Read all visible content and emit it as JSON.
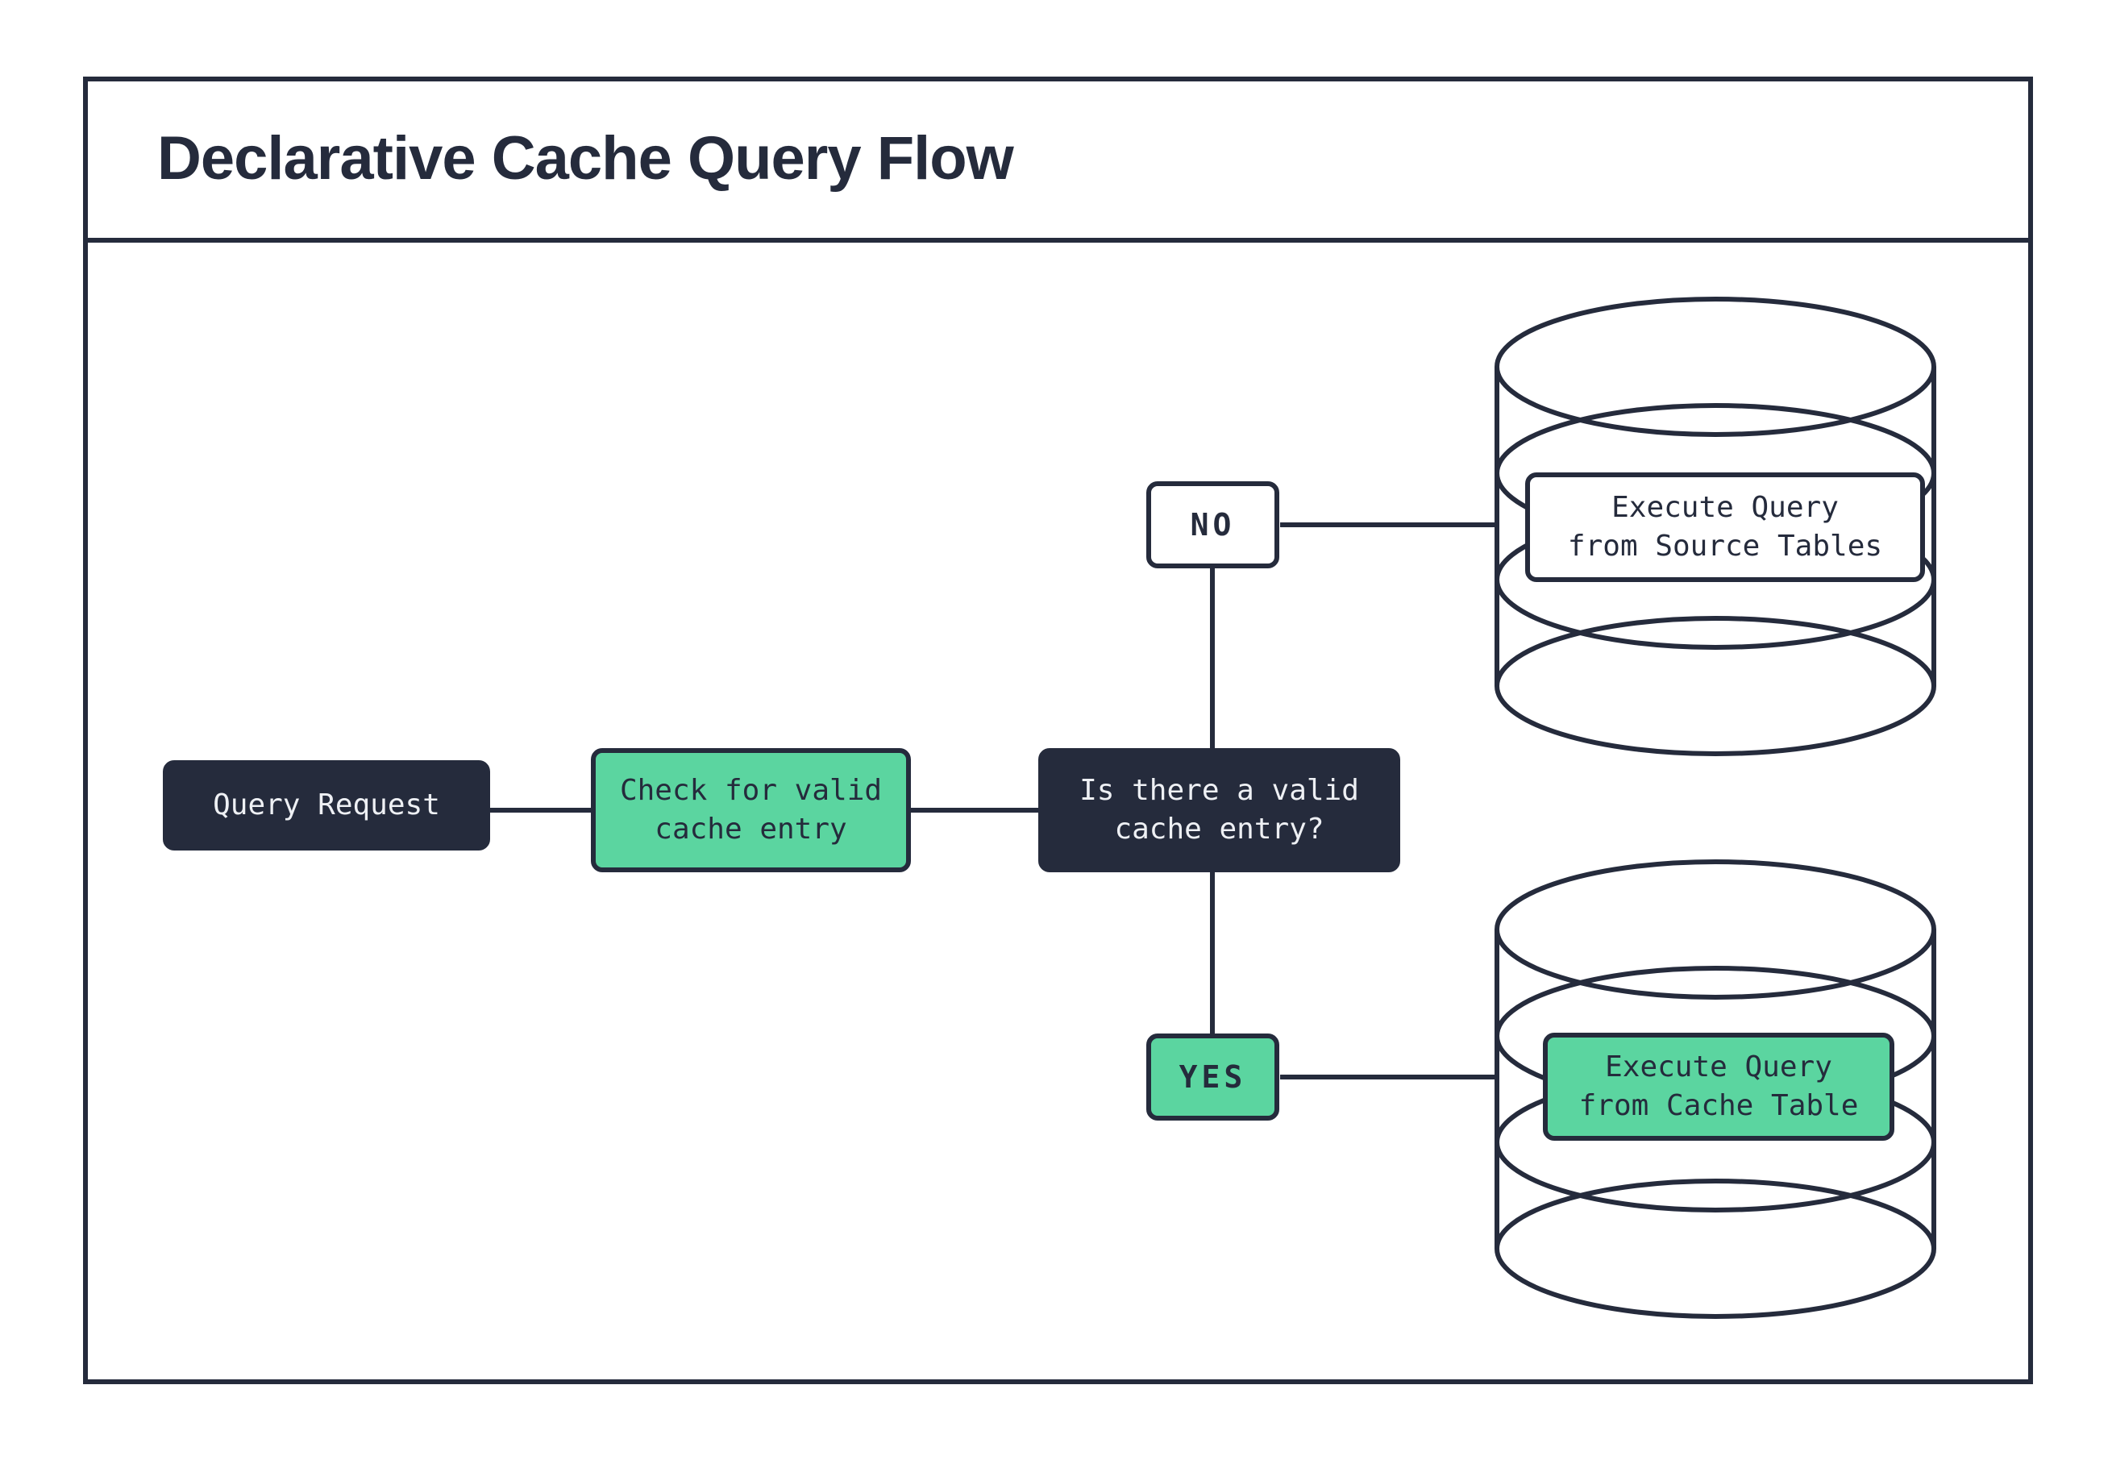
{
  "title": "Declarative Cache Query Flow",
  "colors": {
    "ink": "#252b3c",
    "green": "#5bd5a0",
    "paper": "#ffffff",
    "light_text": "#eef0f4"
  },
  "nodes": {
    "query_request": {
      "label": "Query Request"
    },
    "check_cache": {
      "label": "Check for valid\ncache entry"
    },
    "decision": {
      "label": "Is there a valid\ncache entry?"
    },
    "branch_no": {
      "label": "NO"
    },
    "branch_yes": {
      "label": "YES"
    },
    "source_db": {
      "label": "Execute Query\nfrom Source Tables"
    },
    "cache_db": {
      "label": "Execute Query\nfrom Cache Table"
    }
  }
}
